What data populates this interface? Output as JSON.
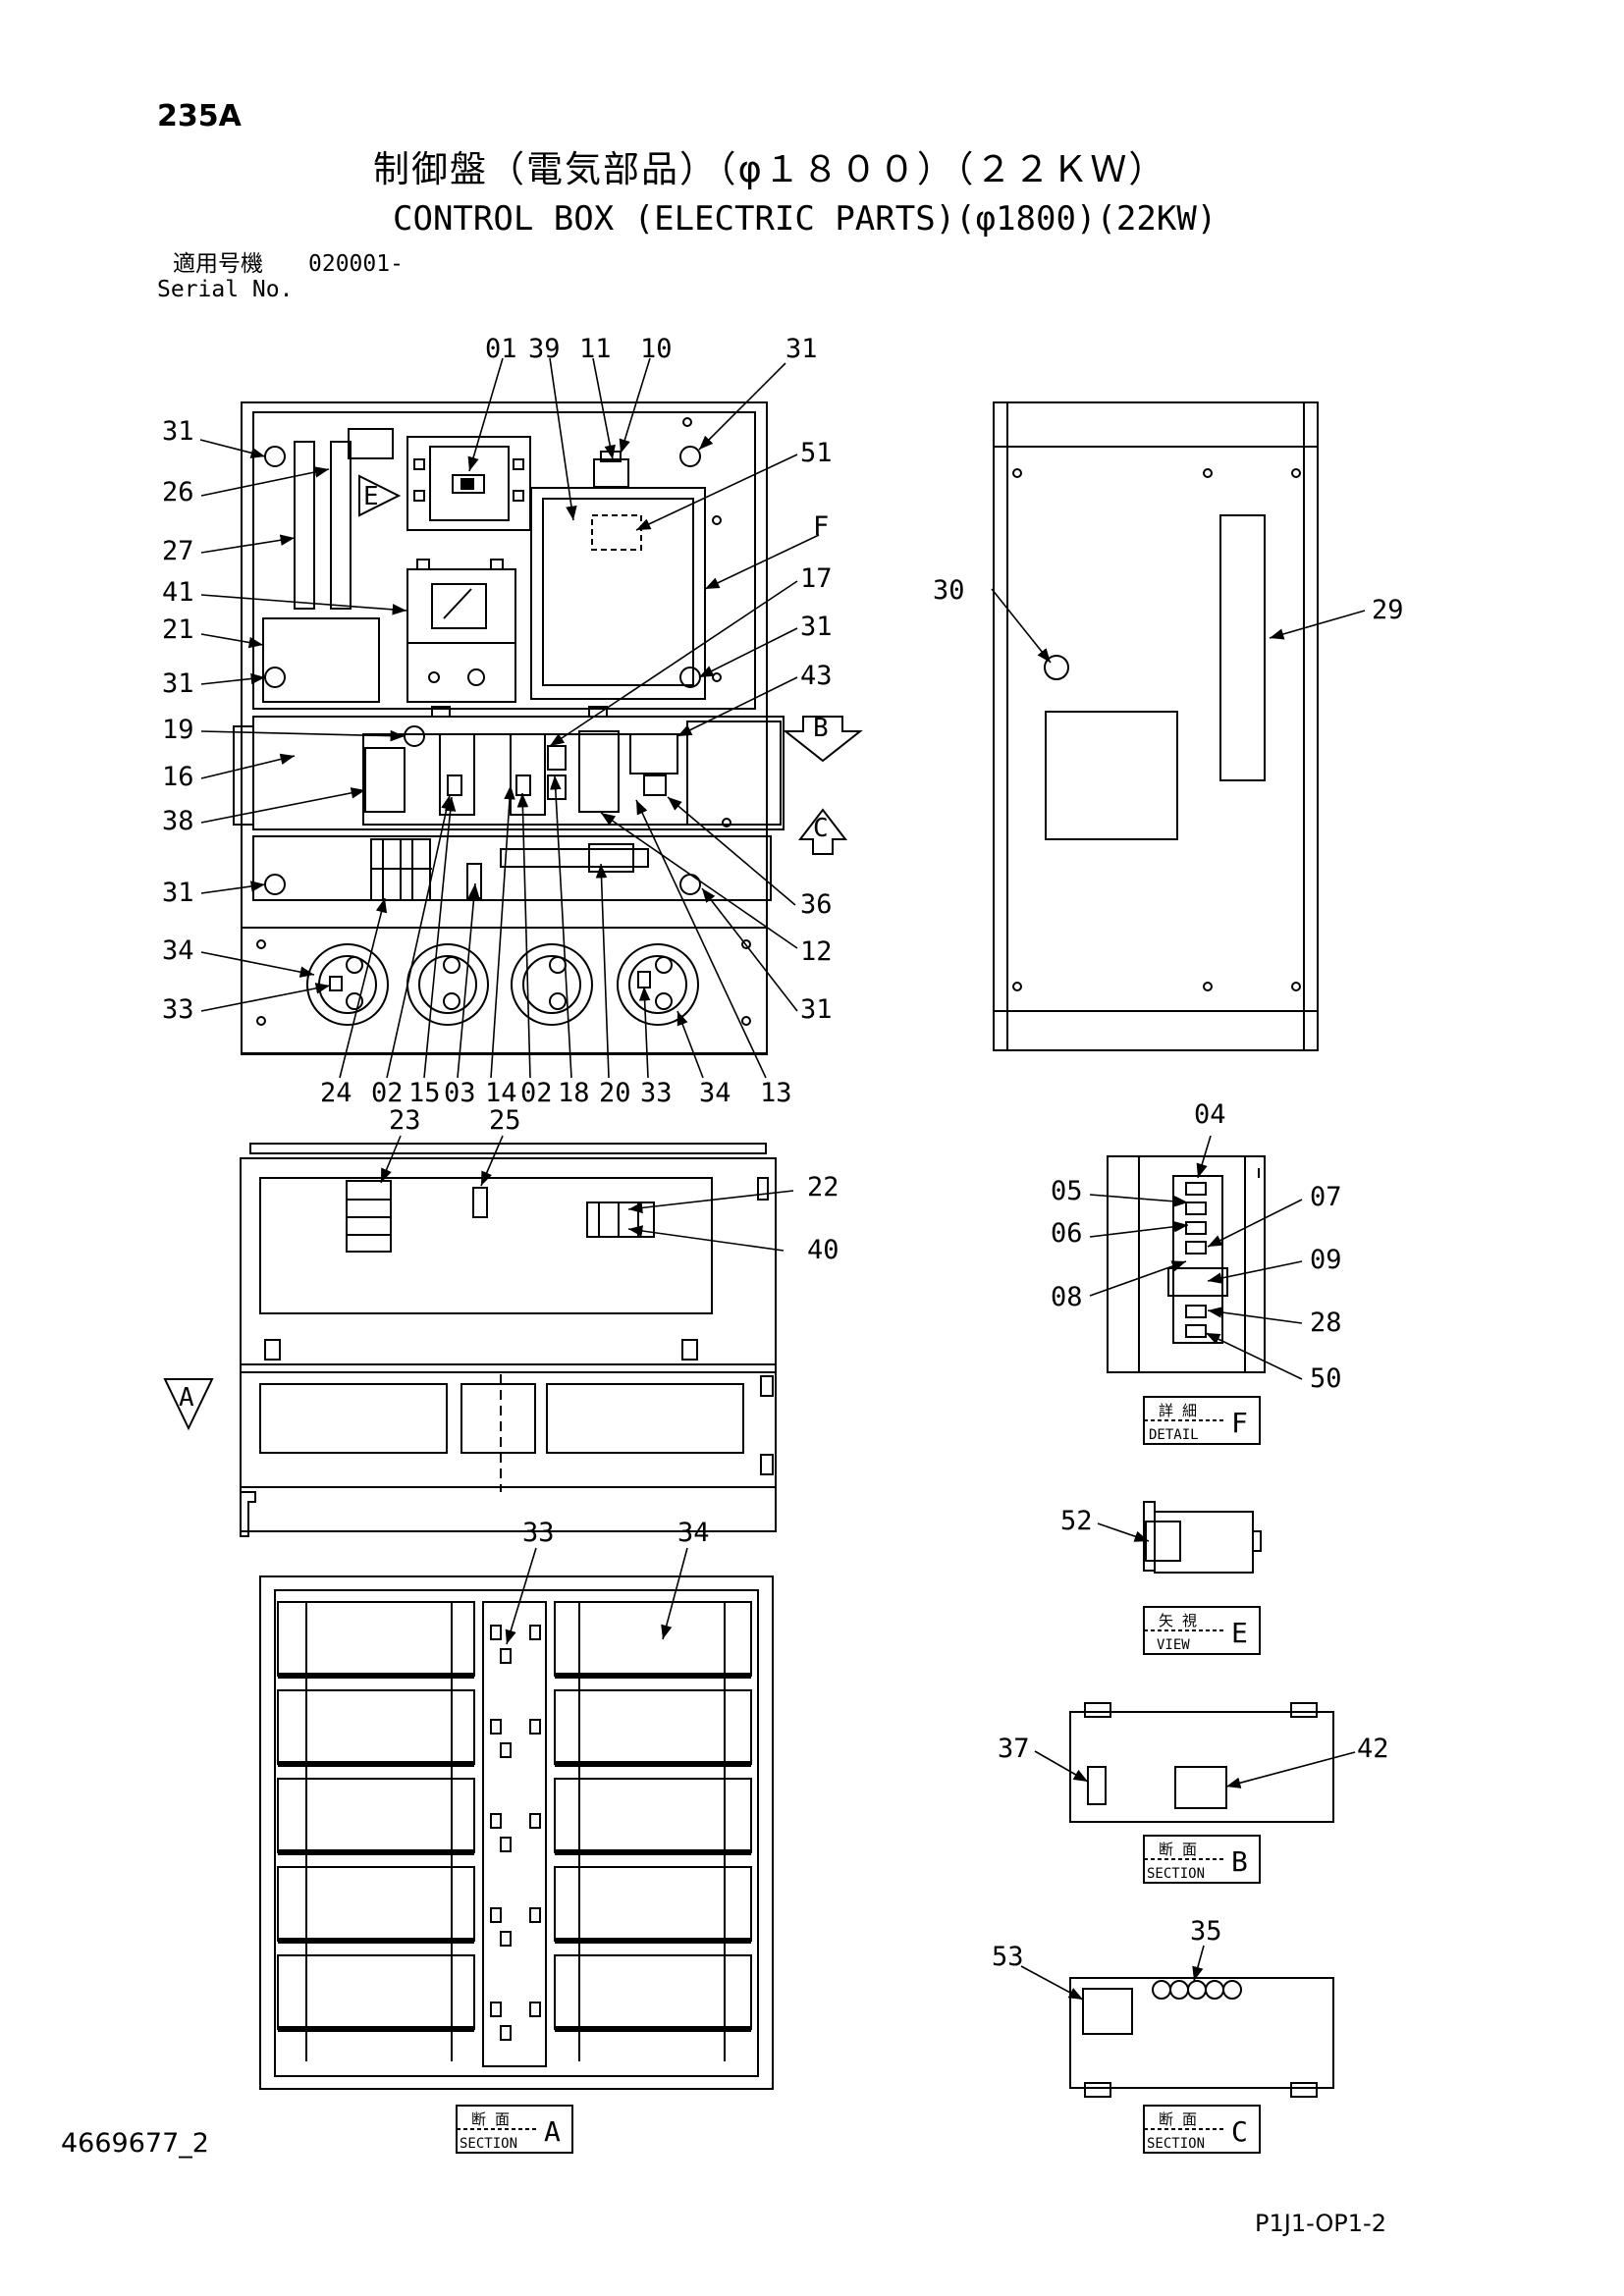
{
  "header": {
    "page_code": "235A",
    "title_ja": "制御盤（電気部品）（φ１８００）（２２ＫＷ）",
    "title_en": "CONTROL BOX (ELECTRIC PARTS)(φ1800)(22KW)",
    "serial_label_ja": "適用号機",
    "serial_value": "020001-",
    "serial_label_en": "Serial No."
  },
  "footer": {
    "doc_number": "4669677_2",
    "sheet_id": "P1J1-OP1-2"
  },
  "view_markers": {
    "e": "E",
    "b": "B",
    "c": "C",
    "a": "A"
  },
  "captions": {
    "detail_f": {
      "ja": "詳 細",
      "en": "DETAIL",
      "letter": "F"
    },
    "view_e": {
      "ja": "矢 視",
      "en": "VIEW",
      "letter": "E"
    },
    "section_b": {
      "ja": "断 面",
      "en": "SECTION",
      "letter": "B"
    },
    "section_c": {
      "ja": "断 面",
      "en": "SECTION",
      "letter": "C"
    },
    "section_a": {
      "ja": "断 面",
      "en": "SECTION",
      "letter": "A"
    }
  },
  "callouts": {
    "main_top": [
      "01",
      "39",
      "11",
      "10",
      "31"
    ],
    "main_left": [
      "31",
      "26",
      "27",
      "41",
      "21",
      "31",
      "19",
      "16",
      "38",
      "31",
      "34",
      "33"
    ],
    "main_right": [
      "51",
      "F",
      "17",
      "31",
      "43",
      "36",
      "12",
      "31"
    ],
    "main_bottom": [
      "24",
      "02",
      "15",
      "03",
      "14",
      "02",
      "18",
      "20",
      "33",
      "34",
      "13"
    ],
    "side_view": [
      "30",
      "29"
    ],
    "top_view": [
      "23",
      "25",
      "22",
      "40"
    ],
    "detail_f": [
      "04",
      "05",
      "06",
      "07",
      "08",
      "09",
      "28",
      "50"
    ],
    "view_e": [
      "52"
    ],
    "section_a": [
      "33",
      "34"
    ],
    "section_b": [
      "37",
      "42"
    ],
    "section_c": [
      "35",
      "53"
    ]
  }
}
